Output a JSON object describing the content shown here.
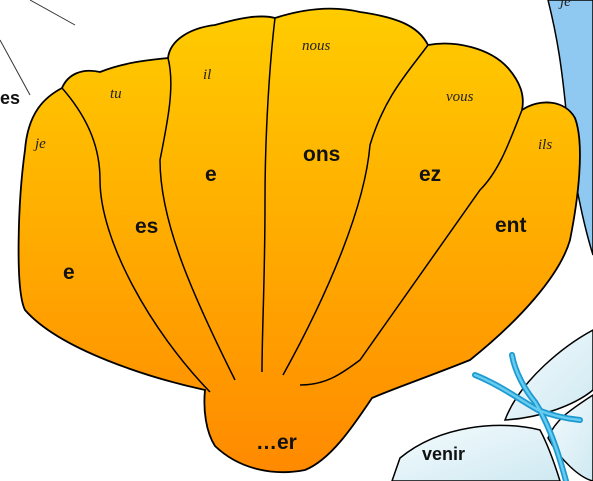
{
  "shell": {
    "infinitive_ending": "…er",
    "pronouns": [
      "je",
      "tu",
      "il",
      "nous",
      "vous",
      "ils"
    ],
    "endings": [
      "e",
      "es",
      "e",
      "ons",
      "ez",
      "ent"
    ]
  },
  "fragments": {
    "left_ending": "es",
    "top_right_pronoun": "je",
    "bottom_right_verb": "venir"
  },
  "colors": {
    "shell_top": "#ffcc00",
    "shell_bottom": "#ff8a00",
    "right_shape": "#8fc8f0",
    "stem": "#33b5e5",
    "leaf": "#dff1f7"
  }
}
